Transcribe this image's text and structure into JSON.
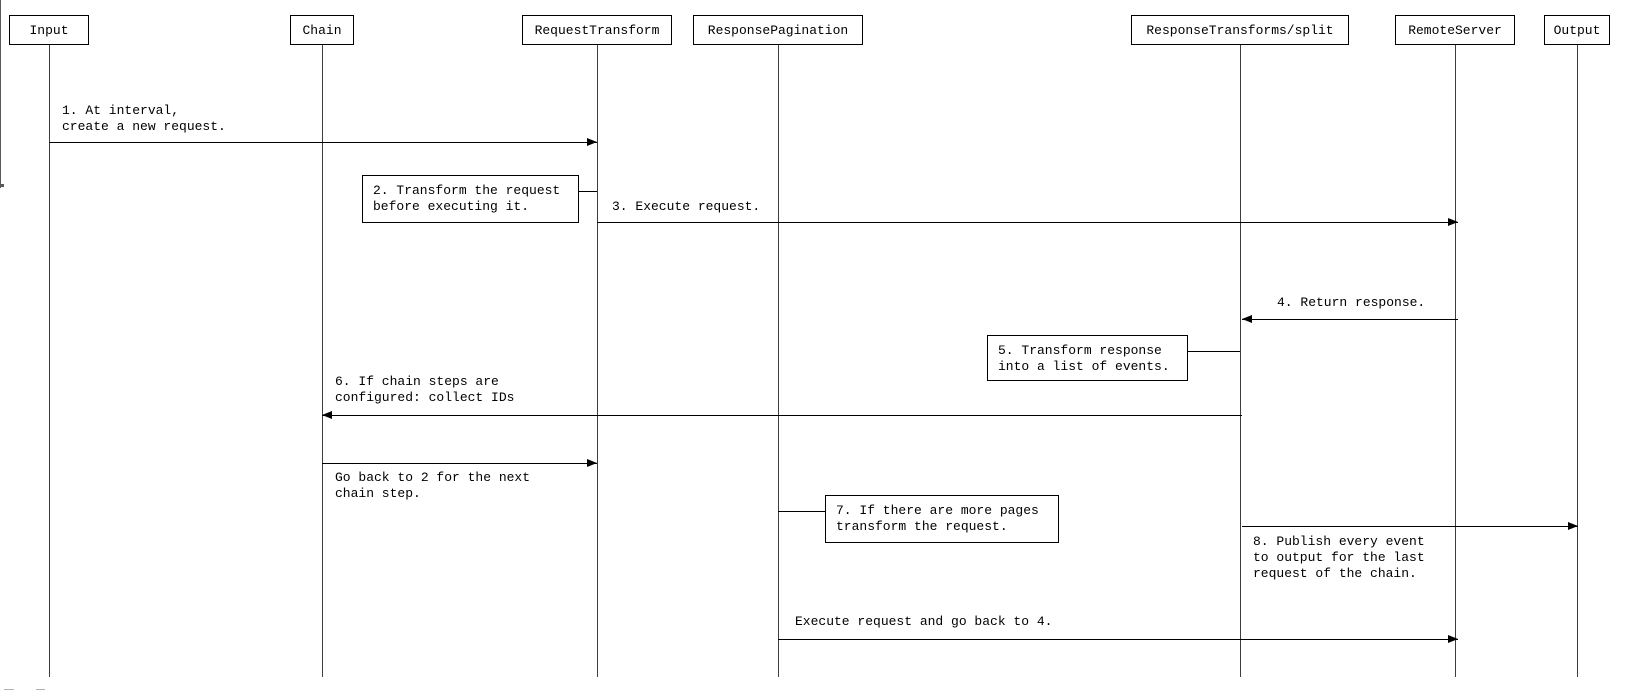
{
  "diagram": {
    "participants": [
      {
        "id": "input",
        "label": "Input"
      },
      {
        "id": "chain",
        "label": "Chain"
      },
      {
        "id": "request-transform",
        "label": "RequestTransform"
      },
      {
        "id": "response-pagination",
        "label": "ResponsePagination"
      },
      {
        "id": "response-transforms-split",
        "label": "ResponseTransforms/split"
      },
      {
        "id": "remote-server",
        "label": "RemoteServer"
      },
      {
        "id": "output",
        "label": "Output"
      }
    ],
    "messages": [
      {
        "from": "Input",
        "to": "RequestTransform",
        "label": "1. At interval,\ncreate a new request."
      },
      {
        "from": "RequestTransform",
        "to": "RemoteServer",
        "label": "3. Execute request."
      },
      {
        "from": "RemoteServer",
        "to": "ResponseTransforms/split",
        "label": "4. Return response."
      },
      {
        "from": "ResponseTransforms/split",
        "to": "Chain",
        "label": "6. If chain steps are\nconfigured: collect IDs"
      },
      {
        "from": "Chain",
        "to": "RequestTransform",
        "label": "Go back to 2 for the next\nchain step."
      },
      {
        "from": "ResponseTransforms/split",
        "to": "Output",
        "label": "8. Publish every event\nto output for the last\nrequest of the chain."
      },
      {
        "from": "ResponsePagination",
        "to": "RemoteServer",
        "label": "Execute request and go back to 4."
      }
    ],
    "notes": [
      {
        "attached_to": "RequestTransform",
        "label": "2. Transform the request\nbefore executing it."
      },
      {
        "attached_to": "ResponseTransforms/split",
        "label": "5. Transform response\ninto a list of events."
      },
      {
        "attached_to": "ResponsePagination",
        "label": "7. If there are more pages\ntransform the request."
      }
    ]
  }
}
